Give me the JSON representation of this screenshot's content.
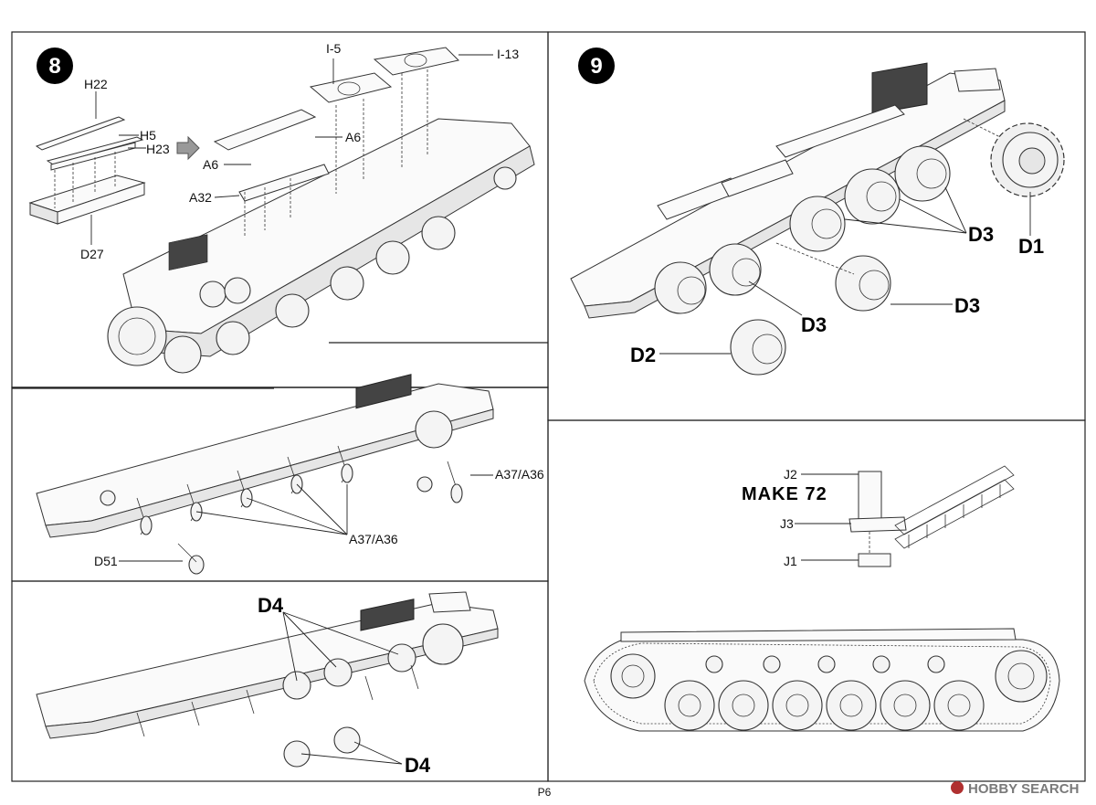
{
  "page": {
    "page_number": "P6"
  },
  "watermark": {
    "text": "HOBBY SEARCH"
  },
  "step8": {
    "number": "8",
    "labels": {
      "h22": "H22",
      "h5": "H5",
      "h23": "H23",
      "d27": "D27",
      "i5": "I-5",
      "i13": "I-13",
      "a6_right": "A6",
      "a6_left": "A6",
      "a32": "A32"
    }
  },
  "step8b": {
    "labels": {
      "a37_right": "A37/A36",
      "a37_bottom": "A37/A36",
      "d51": "D51"
    }
  },
  "step8c": {
    "labels": {
      "d4_top": "D4",
      "d4_bottom": "D4"
    }
  },
  "step9": {
    "number": "9",
    "labels": {
      "d3_a": "D3",
      "d1": "D1",
      "d3_b": "D3",
      "d3_c": "D3",
      "d2": "D2"
    }
  },
  "step9b": {
    "make_text": "MAKE 72",
    "labels": {
      "j2": "J2",
      "j3": "J3",
      "j1": "J1"
    }
  },
  "colors": {
    "line": "#222222",
    "watermark": "#7a7a7a",
    "logo": "#b03030"
  }
}
